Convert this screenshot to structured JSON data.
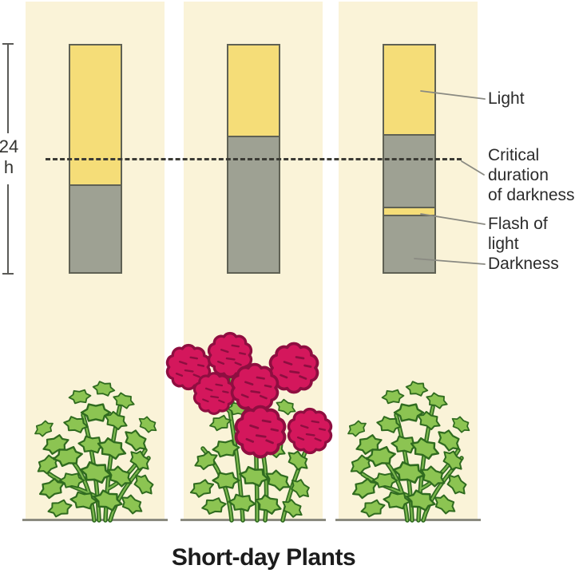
{
  "figure": {
    "caption": "Short-day Plants",
    "axis": {
      "duration_value": "24",
      "duration_unit": "h"
    },
    "side_labels": {
      "light": "Light",
      "critical_line1": "Critical",
      "critical_line2": "duration",
      "critical_line3": "of darkness",
      "flash_line1": "Flash of",
      "flash_line2": "light",
      "darkness": "Darkness"
    }
  },
  "colors": {
    "light": "#f5dd78",
    "darkness": "#9ea193",
    "flash-of-light": "#f5dd78",
    "panel": "#faf3d8",
    "bar-border": "#5f6154",
    "flower": "#d4175c",
    "leaf": "#8cc452"
  },
  "critical_line_fraction": 0.5,
  "panels": [
    {
      "name": "light-period-long-no-flowering",
      "flowering": false,
      "bar": [
        {
          "type": "light",
          "fraction": 0.618
        },
        {
          "type": "darkness",
          "fraction": 0.382
        }
      ]
    },
    {
      "name": "darkness-exceeds-critical-flowering",
      "flowering": true,
      "bar": [
        {
          "type": "light",
          "fraction": 0.399
        },
        {
          "type": "darkness",
          "fraction": 0.601
        }
      ]
    },
    {
      "name": "darkness-interrupted-by-flash-no-flowering",
      "flowering": false,
      "bar": [
        {
          "type": "light",
          "fraction": 0.399
        },
        {
          "type": "darkness",
          "fraction": 0.319
        },
        {
          "type": "flash-of-light",
          "fraction": 0.031
        },
        {
          "type": "darkness",
          "fraction": 0.251
        }
      ]
    }
  ]
}
